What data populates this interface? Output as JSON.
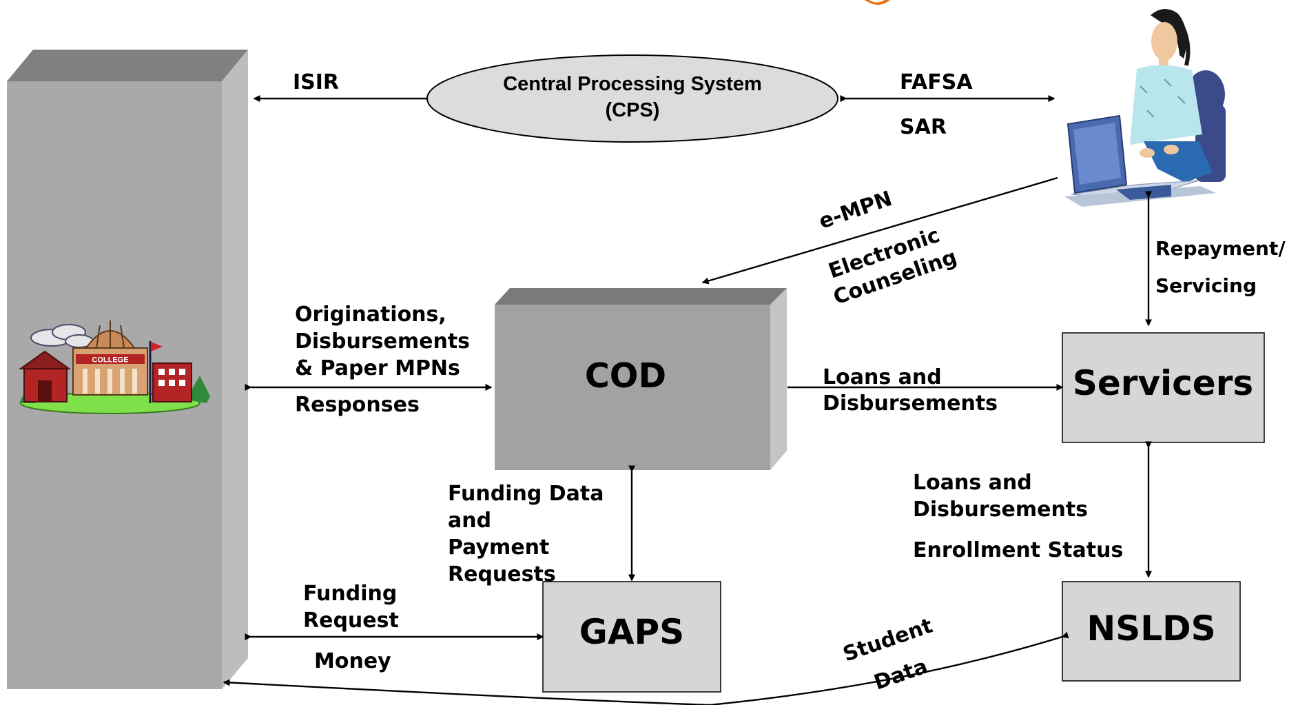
{
  "colors": {
    "box_fill": "#d6d6d6",
    "tower_front": "#a9a9a9",
    "tower_side": "#bdbdbd",
    "tower_top": "#808080",
    "cod_front": "#a2a2a2",
    "cod_side": "#c4c4c4",
    "cod_top": "#7a7a7a",
    "ellipse_fill": "#dcdcdc",
    "accent_orange": "#e8741a"
  },
  "nodes": {
    "cps": {
      "line1": "Central Processing System",
      "line2": "(CPS)"
    },
    "cod": {
      "label": "COD"
    },
    "servicers": {
      "label": "Servicers"
    },
    "gaps": {
      "label": "GAPS"
    },
    "nslds": {
      "label": "NSLDS"
    },
    "school": {
      "icon": "college-icon",
      "sign": "COLLEGE"
    },
    "student": {
      "icon": "student-at-computer-icon"
    }
  },
  "edges": {
    "isir": "ISIR",
    "fafsa": "FAFSA",
    "sar": "SAR",
    "empn": "e-MPN",
    "electronic_counseling": [
      "Electronic",
      "Counseling"
    ],
    "repayment": [
      "Repayment/",
      "Servicing"
    ],
    "originations": [
      "Originations,",
      "Disbursements",
      "& Paper MPNs"
    ],
    "responses": "Responses",
    "loans_cod_servicers": [
      "Loans and",
      "Disbursements"
    ],
    "funding_data": [
      "Funding Data",
      "and",
      "Payment",
      "Requests"
    ],
    "loans_servicers_nslds": [
      "Loans and",
      "Disbursements"
    ],
    "enrollment_status": "Enrollment Status",
    "funding_request": [
      "Funding",
      "Request"
    ],
    "money": "Money",
    "student_data": [
      "Student",
      "Data"
    ]
  }
}
